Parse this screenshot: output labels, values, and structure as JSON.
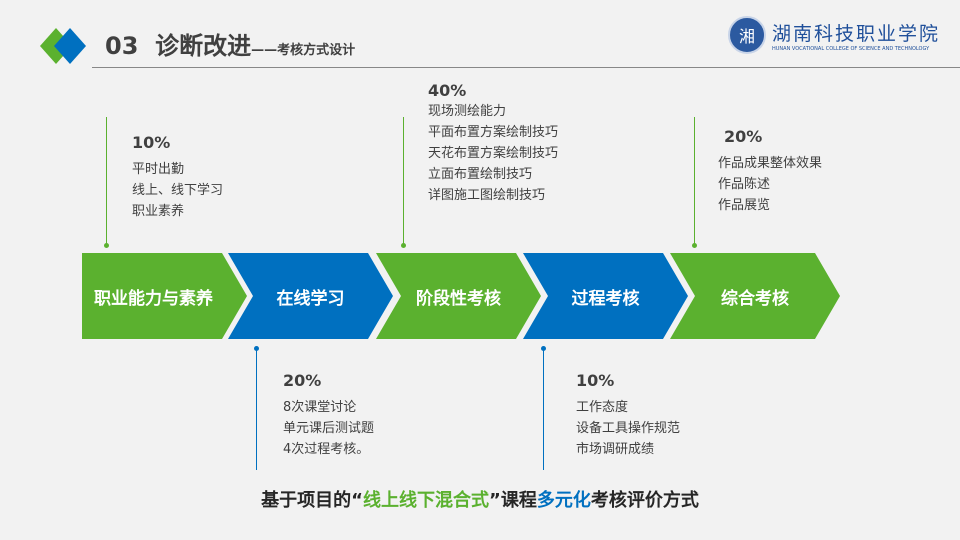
{
  "header": {
    "number": "03",
    "title": "诊断改进",
    "subtitle": "——考核方式设计"
  },
  "logo": {
    "seal_char": "湘",
    "name_cn": "湖南科技职业学院",
    "name_en": "HUNAN VOCATIONAL COLLEGE OF SCIENCE AND TECHNOLOGY"
  },
  "stages": [
    {
      "label": "职业能力与素养",
      "pct": "10%",
      "items": [
        "平时出勤",
        "线上、线下学习",
        "职业素养"
      ]
    },
    {
      "label": "在线学习",
      "pct": "20%",
      "items": [
        "8次课堂讨论",
        "单元课后测试题",
        "4次过程考核。"
      ]
    },
    {
      "label": "阶段性考核",
      "pct": "40%",
      "items": [
        "现场测绘能力",
        "平面布置方案绘制技巧",
        "天花布置方案绘制技巧",
        "立面布置绘制技巧",
        "详图施工图绘制技巧"
      ]
    },
    {
      "label": "过程考核",
      "pct": "10%",
      "items": [
        "工作态度",
        "设备工具操作规范",
        "市场调研成绩"
      ]
    },
    {
      "label": "综合考核",
      "pct": "20%",
      "items": [
        "作品成果整体效果",
        "作品陈述",
        "作品展览"
      ]
    }
  ],
  "footer": {
    "part1": "基于项目的",
    "quote_open": "“",
    "highlight_green": "线上线下混合式",
    "quote_close": "”",
    "part2": "课程",
    "highlight_blue": "多元化",
    "part3": "考核评价方式"
  },
  "colors": {
    "green": "#5bb12f",
    "blue": "#0070c0"
  }
}
